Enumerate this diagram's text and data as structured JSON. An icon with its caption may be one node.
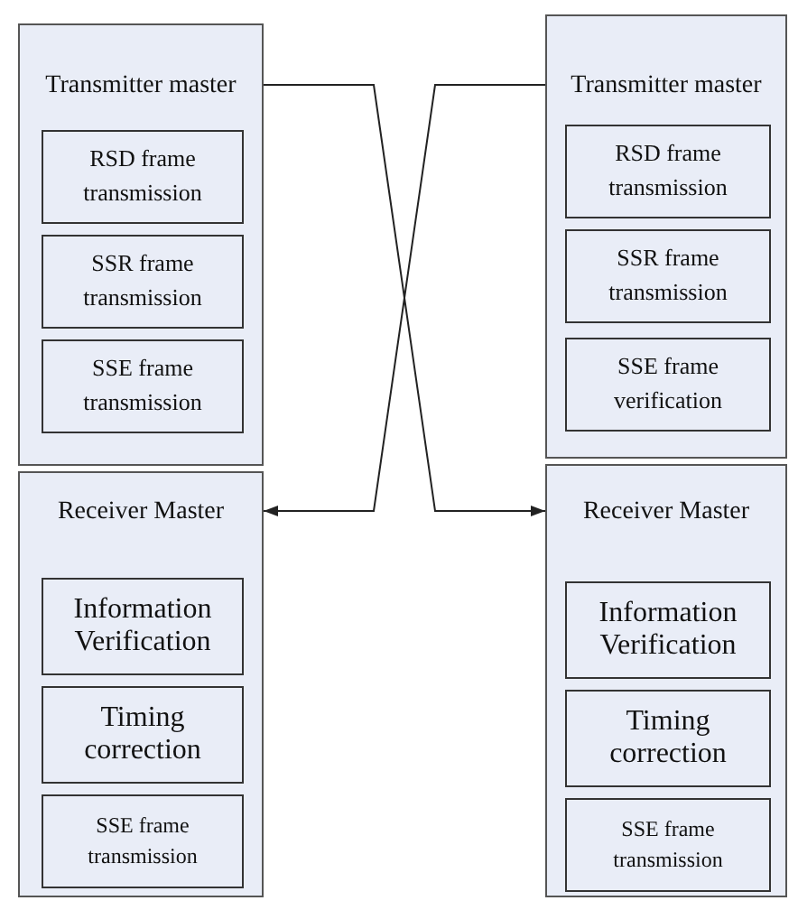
{
  "diagram": {
    "nodes": [
      {
        "text": [
          "Transmitter master"
        ]
      },
      {
        "text": [
          "RSD frame transmission"
        ],
        "in": 0
      },
      {
        "text": [
          "SSR frame transmission"
        ],
        "in": 0
      },
      {
        "text": [
          "SSE frame transmission"
        ],
        "in": 0
      },
      {
        "text": [
          "Receiver Master"
        ]
      },
      {
        "text": [
          "Information Verification"
        ],
        "in": 4
      },
      {
        "text": [
          "Timing correction"
        ],
        "in": 4
      },
      {
        "text": [
          "SSE frame transmission"
        ],
        "in": 4
      },
      {
        "text": [
          "Transmitter master"
        ]
      },
      {
        "text": [
          "RSD frame transmission"
        ],
        "in": 8
      },
      {
        "text": [
          "SSR frame transmission"
        ],
        "in": 8
      },
      {
        "text": [
          "SSE frame verification"
        ],
        "in": 8
      },
      {
        "text": [
          "Receiver Master"
        ]
      },
      {
        "text": [
          "Information Verification"
        ],
        "in": 12
      },
      {
        "text": [
          "Timing correction"
        ],
        "in": 12
      },
      {
        "text": [
          "SSE frame transmission"
        ],
        "in": 12
      }
    ],
    "edges": [
      {
        "from": 0,
        "to": 12,
        "arrow": "to"
      },
      {
        "from": 8,
        "to": 4,
        "arrow": "to"
      }
    ]
  }
}
